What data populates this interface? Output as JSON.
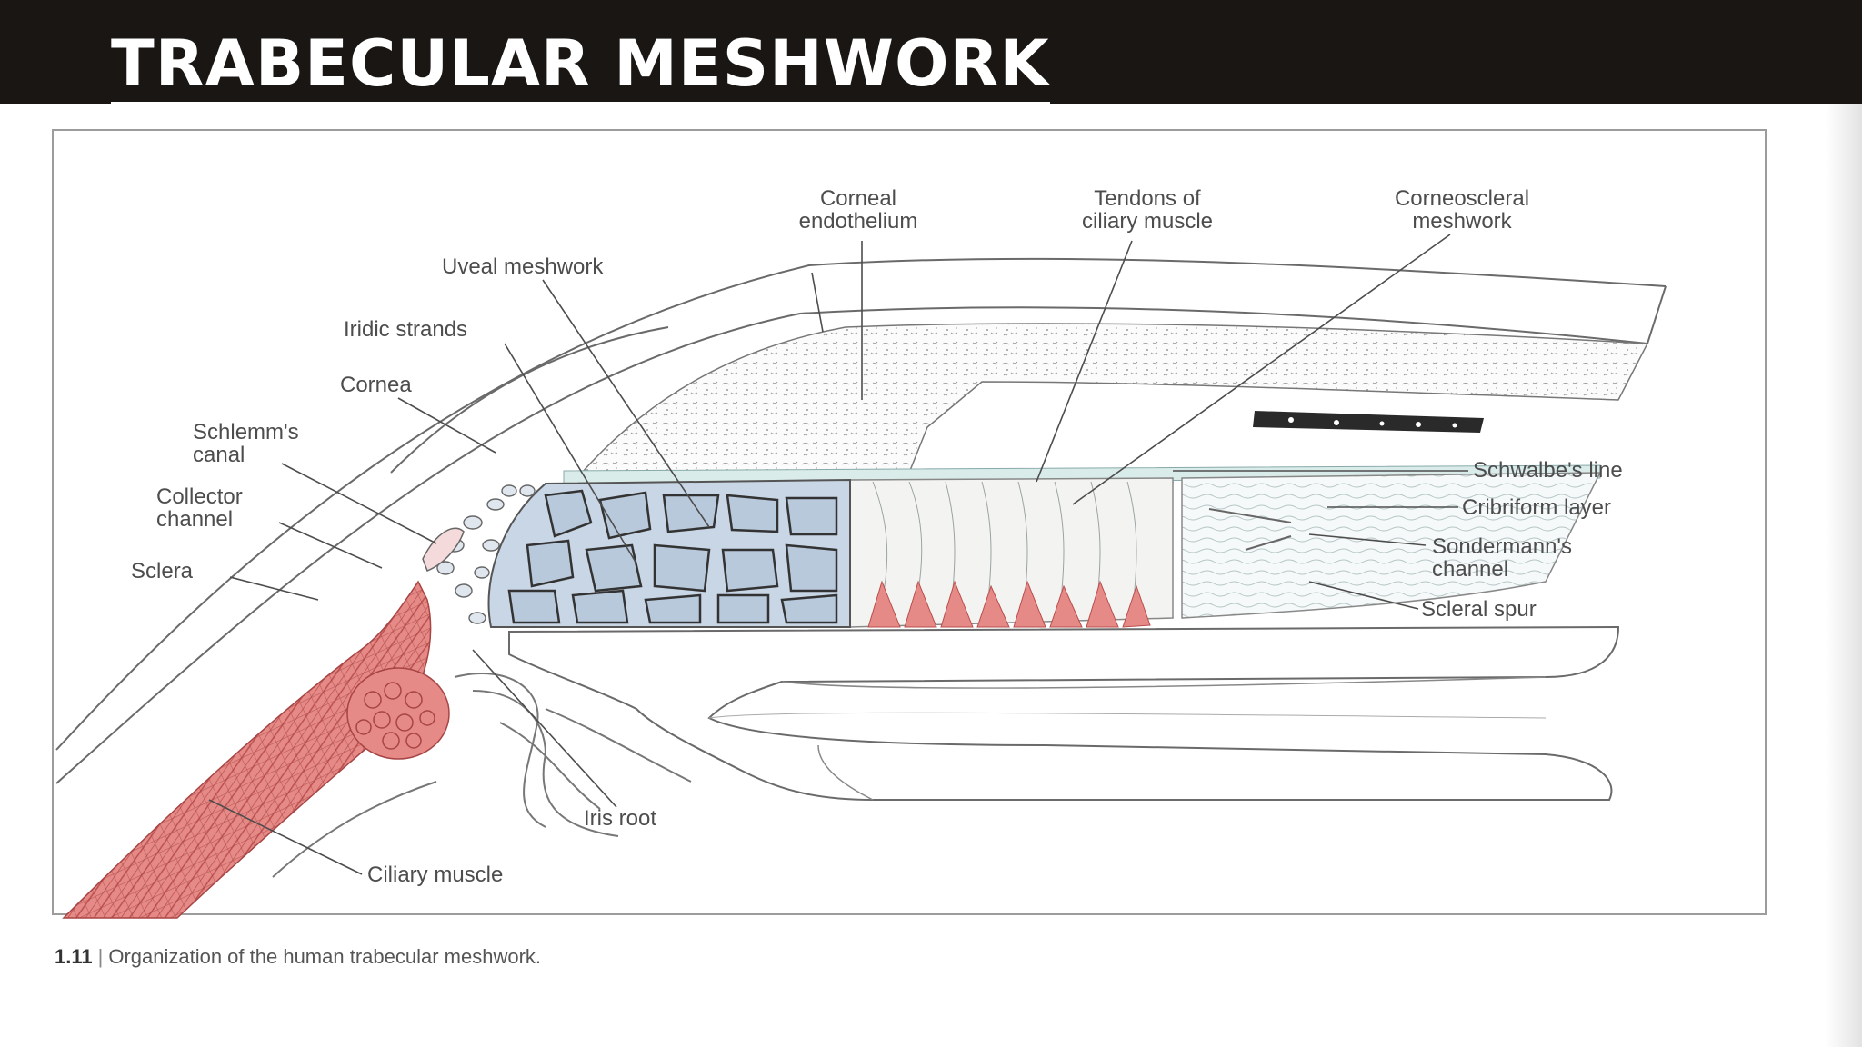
{
  "slide": {
    "title": "TRABECULAR MESHWORK"
  },
  "figure": {
    "labels": {
      "corneal_endothelium_1": "Corneal",
      "corneal_endothelium_2": "endothelium",
      "tendons_1": "Tendons of",
      "tendons_2": "ciliary muscle",
      "corneoscleral_1": "Corneoscleral",
      "corneoscleral_2": "meshwork",
      "uveal_meshwork": "Uveal meshwork",
      "iridic_strands": "Iridic strands",
      "cornea": "Cornea",
      "schlemm_1": "Schlemm's",
      "schlemm_2": "canal",
      "collector_1": "Collector",
      "collector_2": "channel",
      "sclera": "Sclera",
      "schwalbe": "Schwalbe's line",
      "cribriform": "Cribriform layer",
      "sondermann_1": "Sondermann's",
      "sondermann_2": "channel",
      "scleral_spur": "Scleral spur",
      "iris_root": "Iris root",
      "ciliary_muscle": "Ciliary muscle"
    },
    "caption": {
      "number": "1.11",
      "text": "Organization of the human trabecular meshwork."
    }
  },
  "colors": {
    "title_bar": "#1a1614",
    "muscle": "#e58a86",
    "muscle_dark": "#b94c4c",
    "uveal": "#c9d6e6",
    "schwalbe_band": "#d9ece9",
    "line": "#555555"
  }
}
